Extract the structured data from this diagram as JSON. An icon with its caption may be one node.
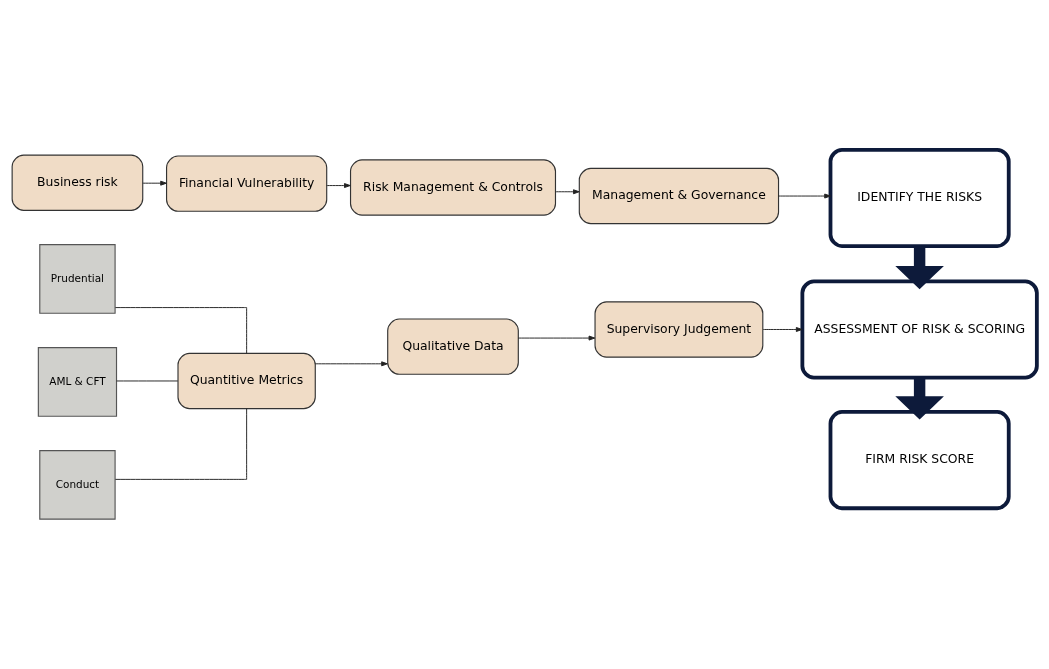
{
  "diagram": {
    "nodes": [
      {
        "text": [
          "Business risk"
        ]
      },
      {
        "text": [
          "Financial Vulnerability"
        ]
      },
      {
        "text": [
          "Risk Management & Controls"
        ]
      },
      {
        "text": [
          "Management & Governance"
        ]
      },
      {
        "text": [
          "IDENTIFY THE RISKS"
        ]
      },
      {
        "text": [
          "Prudential"
        ]
      },
      {
        "text": [
          "AML & CFT"
        ]
      },
      {
        "text": [
          "Conduct"
        ]
      },
      {
        "text": [
          "Quantitive Metrics"
        ]
      },
      {
        "text": [
          "Qualitative Data"
        ]
      },
      {
        "text": [
          "Supervisory Judgement"
        ]
      },
      {
        "text": [
          "ASSESSMENT OF RISK & SCORING"
        ]
      },
      {
        "text": [
          "FIRM RISK SCORE"
        ]
      }
    ],
    "edges": [
      {
        "from": 0,
        "to": 1,
        "arrow": "to"
      },
      {
        "from": 1,
        "to": 2,
        "arrow": "to"
      },
      {
        "from": 2,
        "to": 3,
        "arrow": "to"
      },
      {
        "from": 3,
        "to": 4,
        "arrow": "to"
      },
      {
        "from": 5,
        "to": 8,
        "arrow": "none"
      },
      {
        "from": 6,
        "to": 8,
        "arrow": "none"
      },
      {
        "from": 7,
        "to": 8,
        "arrow": "none"
      },
      {
        "from": 8,
        "to": 9,
        "arrow": "to"
      },
      {
        "from": 9,
        "to": 10,
        "arrow": "to"
      },
      {
        "from": 10,
        "to": 11,
        "arrow": "to"
      },
      {
        "from": 4,
        "to": 11,
        "arrow": "to",
        "style": "thick",
        "color": "#0d1a3a"
      },
      {
        "from": 11,
        "to": 12,
        "arrow": "to",
        "style": "thick",
        "color": "#0d1a3a"
      }
    ]
  }
}
